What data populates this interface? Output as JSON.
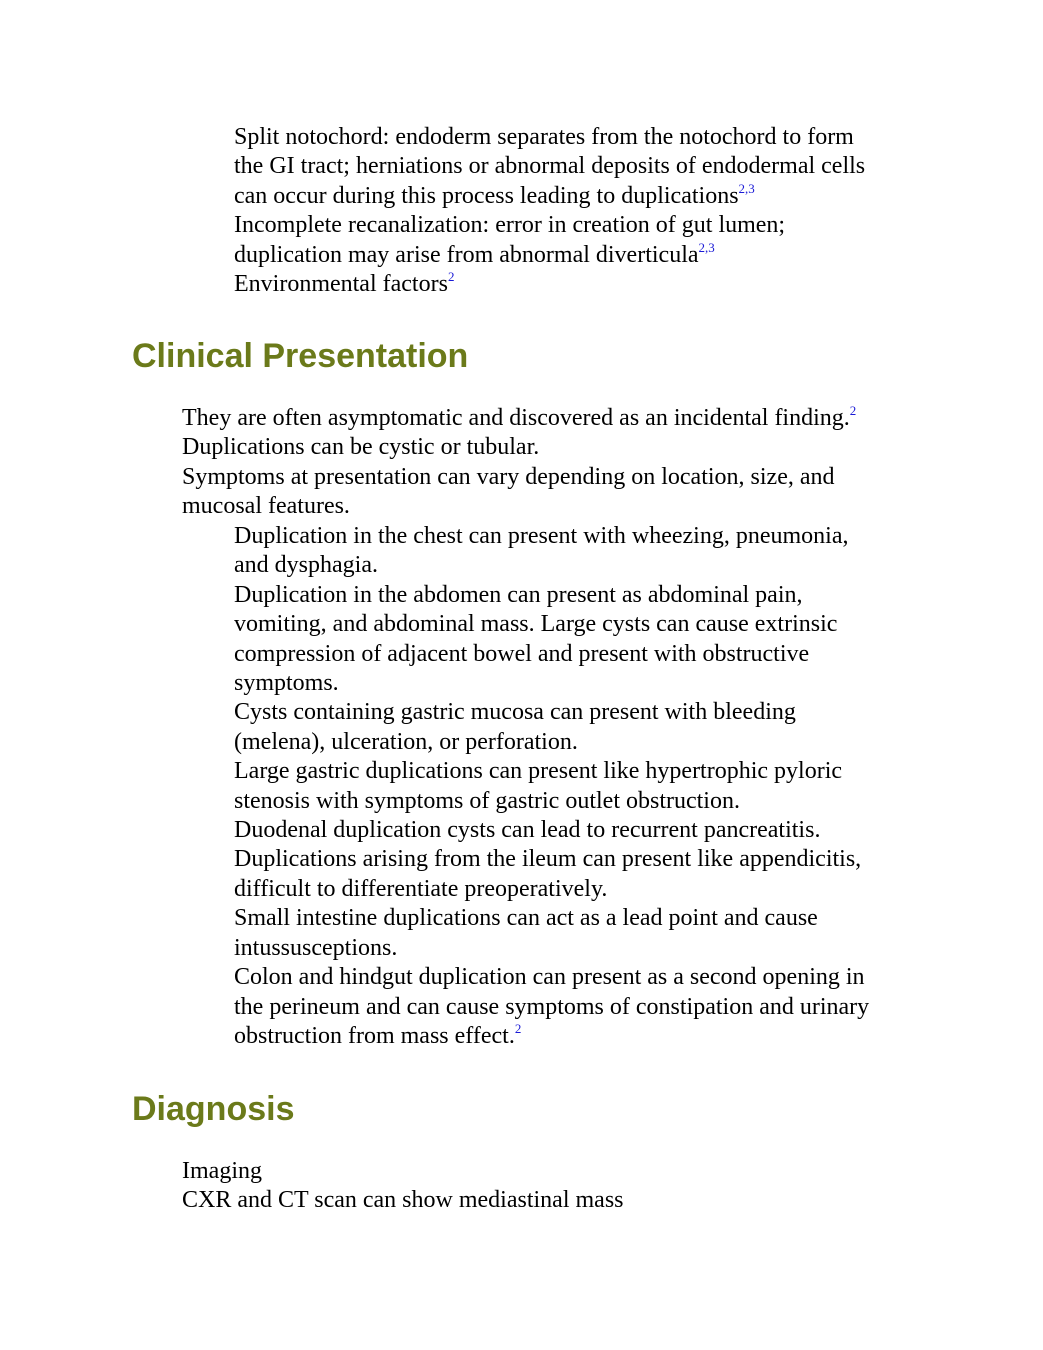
{
  "colors": {
    "heading": "#6b7a1a",
    "reference": "#1a1ad6",
    "text": "#000000"
  },
  "intro_items": [
    {
      "lines": [
        "Split notochord: endoderm separates from the notochord to form",
        "the GI tract; herniations or abnormal deposits of endodermal cells",
        "can occur during this process leading to duplications"
      ],
      "ref": "2,3"
    },
    {
      "lines": [
        "Incomplete recanalization: error in creation of gut lumen;",
        "duplication may arise from abnormal diverticula"
      ],
      "ref": "2,3"
    },
    {
      "lines": [
        "Environmental factors"
      ],
      "ref": "2"
    }
  ],
  "clinical": {
    "heading": "Clinical Presentation",
    "items": [
      {
        "lines": [
          "They are often asymptomatic and discovered as an incidental finding."
        ],
        "ref": "2"
      },
      {
        "lines": [
          "Duplications can be cystic or tubular."
        ]
      },
      {
        "lines": [
          "Symptoms at presentation can vary depending on location, size, and",
          "mucosal features."
        ]
      }
    ],
    "subitems": [
      {
        "lines": [
          "Duplication in the chest can present with wheezing, pneumonia,",
          "and dysphagia."
        ]
      },
      {
        "lines": [
          "Duplication in the abdomen can present as abdominal pain,",
          "vomiting, and abdominal mass. Large cysts can cause extrinsic",
          "compression of adjacent bowel and present with obstructive",
          "symptoms."
        ]
      },
      {
        "lines": [
          "Cysts containing gastric mucosa can present with bleeding",
          "(melena), ulceration, or perforation."
        ]
      },
      {
        "lines": [
          "Large gastric duplications can present like hypertrophic pyloric",
          "stenosis with symptoms of gastric outlet obstruction."
        ]
      },
      {
        "lines": [
          "Duodenal duplication cysts can lead to recurrent pancreatitis."
        ]
      },
      {
        "lines": [
          "Duplications arising from the ileum can present like appendicitis,",
          "difficult to differentiate preoperatively."
        ]
      },
      {
        "lines": [
          "Small intestine duplications can act as a lead point and cause",
          "intussusceptions."
        ]
      },
      {
        "lines": [
          "Colon and hindgut duplication can present as a second opening in",
          "the perineum and can cause symptoms of constipation and urinary",
          "obstruction from mass effect."
        ],
        "ref": "2"
      }
    ]
  },
  "diagnosis": {
    "heading": "Diagnosis",
    "items": [
      {
        "lines": [
          "Imaging"
        ]
      },
      {
        "lines": [
          "CXR and CT scan can show mediastinal mass"
        ]
      }
    ]
  }
}
